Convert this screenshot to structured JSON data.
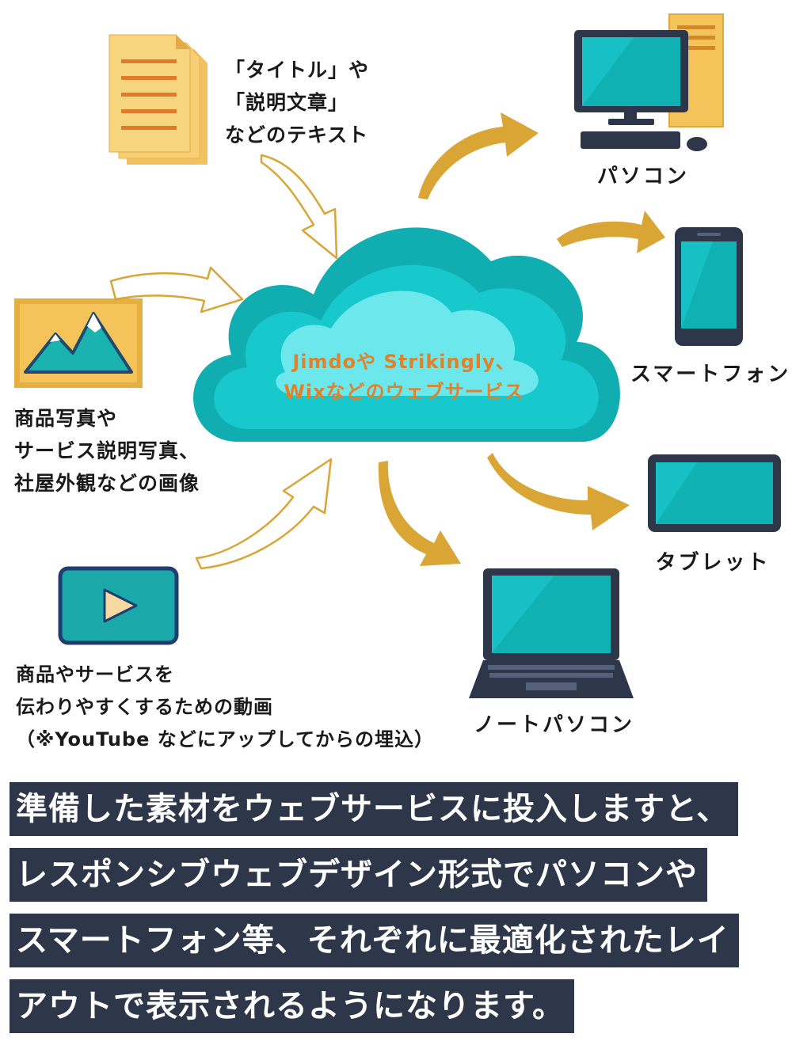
{
  "inputs": {
    "text_label": "「タイトル」や\n「説明文章」\nなどのテキスト",
    "image_label": "商品写真や\nサービス説明写真、\n社屋外観などの画像",
    "video_label": "商品やサービスを\n伝わりやすくするための動画\n（※YouTube などにアップしてからの埋込）"
  },
  "cloud": {
    "line1": "Jimdoや Strikingly、",
    "line2": "Wixなどのウェブサービス"
  },
  "devices": {
    "pc": "パソコン",
    "smartphone": "スマートフォン",
    "tablet": "タブレット",
    "laptop": "ノートパソコン"
  },
  "banner": {
    "line1": "準備した素材をウェブサービスに投入しますと、",
    "line2": "レスポンシブウェブデザイン形式でパソコンや",
    "line3": "スマートフォン等、それぞれに最適化されたレイ",
    "line4": "アウトで表示されるようになります。"
  },
  "colors": {
    "teal": "#17c0c4",
    "teal_dark": "#0f9e9f",
    "gold": "#d9a534",
    "navy": "#2e3649",
    "doc_yellow": "#f6cf74"
  }
}
